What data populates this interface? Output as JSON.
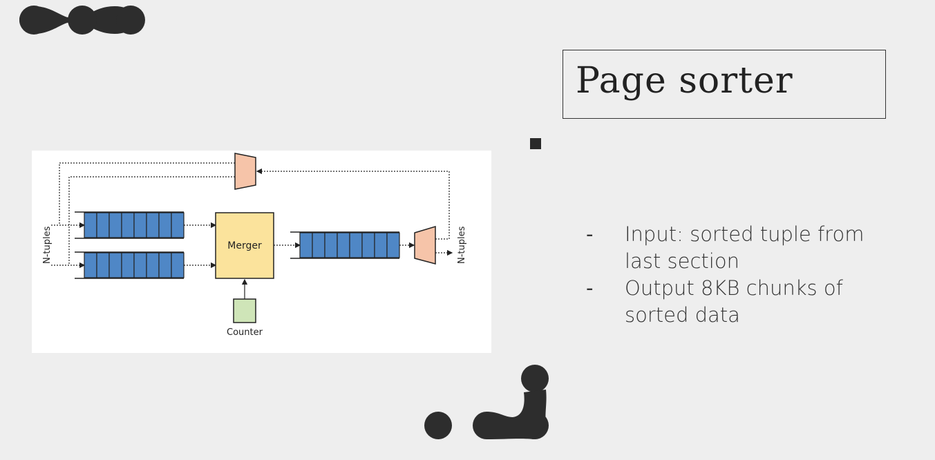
{
  "slide": {
    "title": "Page sorter",
    "bullets": [
      "Input: sorted tuple from last section",
      "Output 8KB chunks of sorted data"
    ],
    "bullet_marker": "-"
  },
  "diagram": {
    "merger_label": "Merger",
    "counter_label": "Counter",
    "input_label": "N-tuples",
    "output_label": "N-tuples",
    "input_queue_cells": 8,
    "output_queue_cells": 8,
    "colors": {
      "queue": "#4f87c6",
      "merger": "#fbe39c",
      "counter": "#cfe5b8",
      "mux": "#f6c4a9",
      "background": "#ffffff"
    }
  },
  "decor": {
    "color": "#2d2d2d"
  }
}
